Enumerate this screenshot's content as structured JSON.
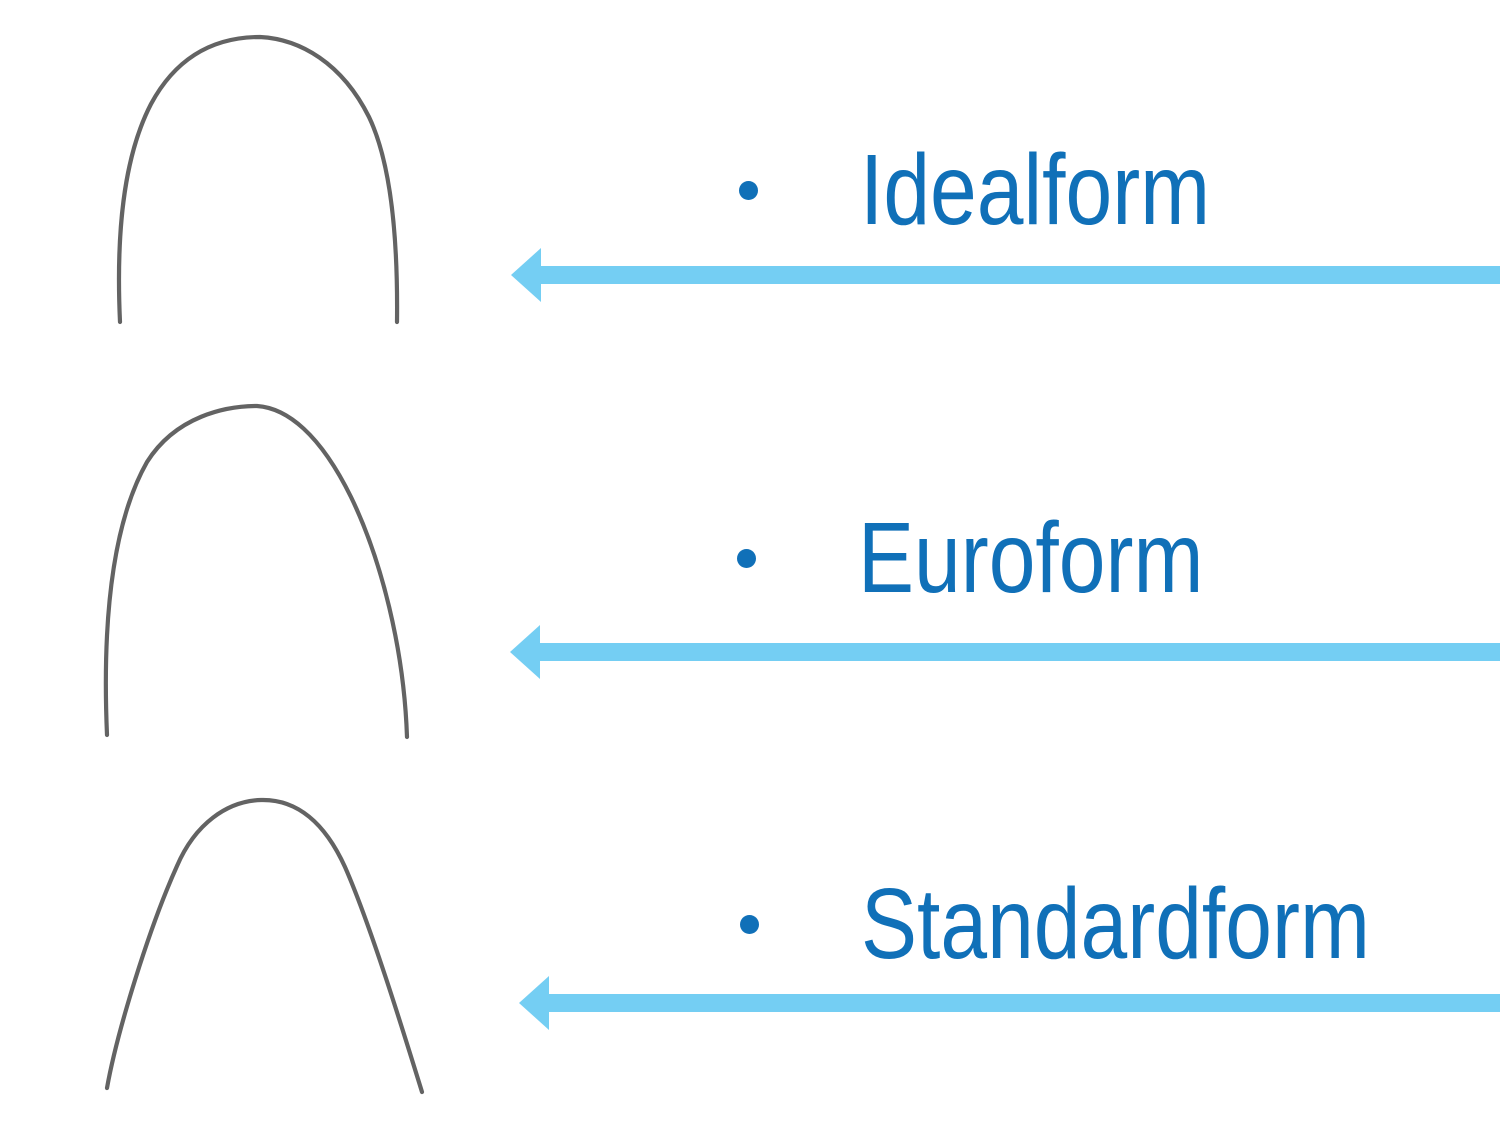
{
  "slide": {
    "items": [
      {
        "id": "idealform",
        "label": "Idealform"
      },
      {
        "id": "euroform",
        "label": "Euroform"
      },
      {
        "id": "standardform",
        "label": "Standardform"
      }
    ]
  },
  "icons": {
    "bullet": "bullet-dot-icon",
    "arrow": "left-arrow-icon",
    "arch": "archwire-shape"
  },
  "colors": {
    "label_text": "#1070b8",
    "bullet": "#1070b8",
    "arrow": "#74cef3",
    "wire": "#636363",
    "background": "#ffffff"
  }
}
